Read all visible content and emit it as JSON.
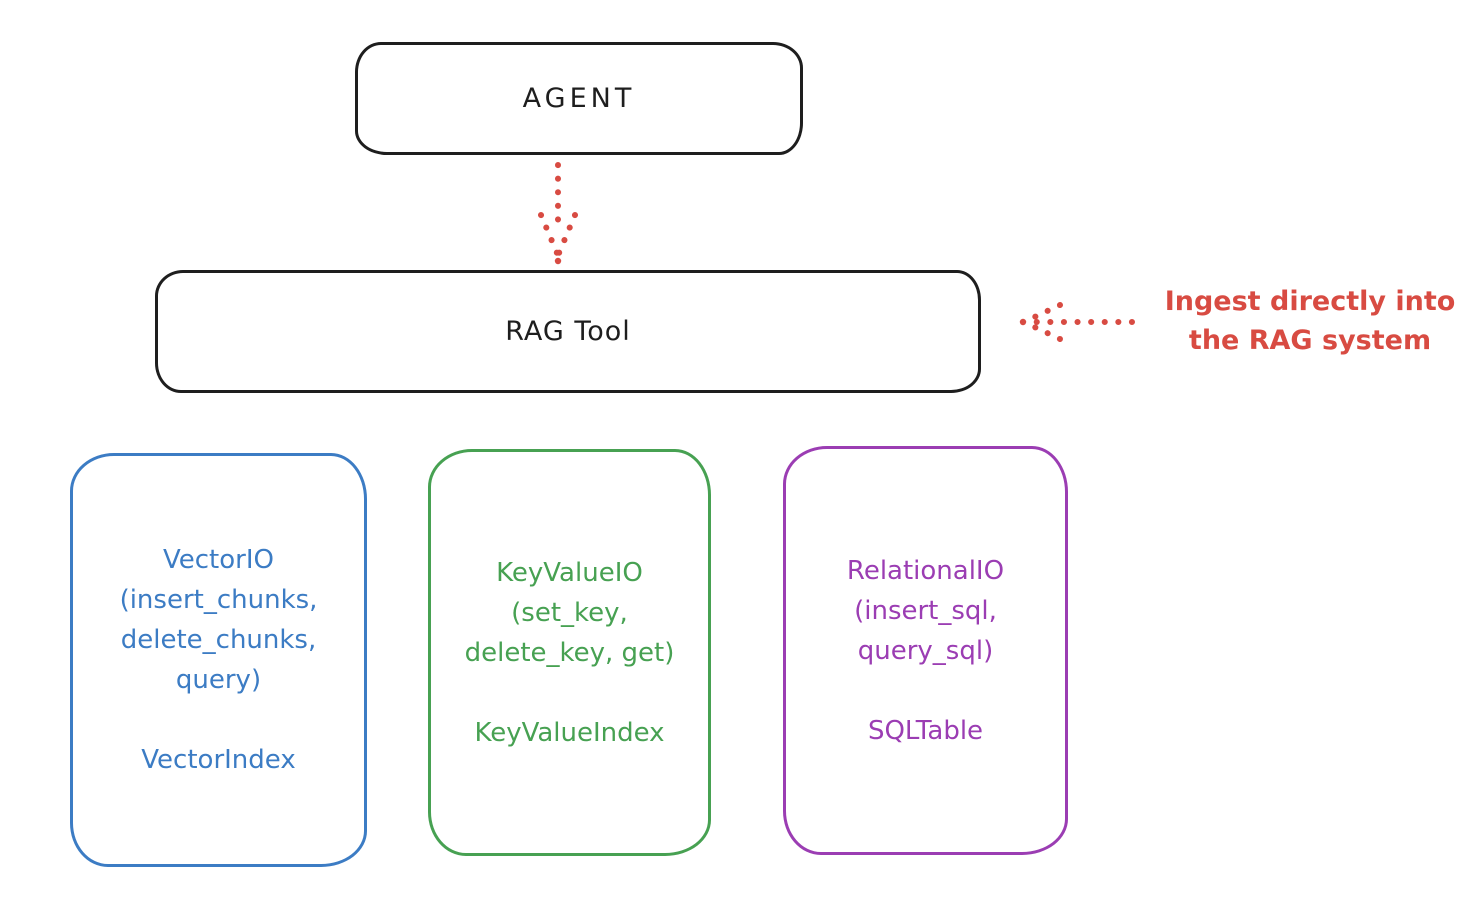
{
  "diagram": {
    "agent": {
      "label": "AGENT"
    },
    "rag_tool": {
      "label": "RAG Tool"
    },
    "annotation": {
      "line1": "Ingest directly into",
      "line2": "the RAG system"
    },
    "io_boxes": [
      {
        "id": "vector",
        "color": "#3c7cc4",
        "lines": [
          "VectorIO",
          "(insert_chunks,",
          "delete_chunks,",
          "query)"
        ],
        "index_label": "VectorIndex"
      },
      {
        "id": "keyvalue",
        "color": "#47a152",
        "lines": [
          "KeyValueIO",
          "(set_key,",
          "delete_key, get)"
        ],
        "index_label": "KeyValueIndex"
      },
      {
        "id": "relational",
        "color": "#9b3db3",
        "lines": [
          "RelationalIO",
          "(insert_sql,",
          "query_sql)"
        ],
        "index_label": "SQLTable"
      }
    ],
    "colors": {
      "ink": "#1e1e1e",
      "red": "#d84b42",
      "blue": "#3c7cc4",
      "green": "#47a152",
      "purple": "#9b3db3"
    }
  }
}
